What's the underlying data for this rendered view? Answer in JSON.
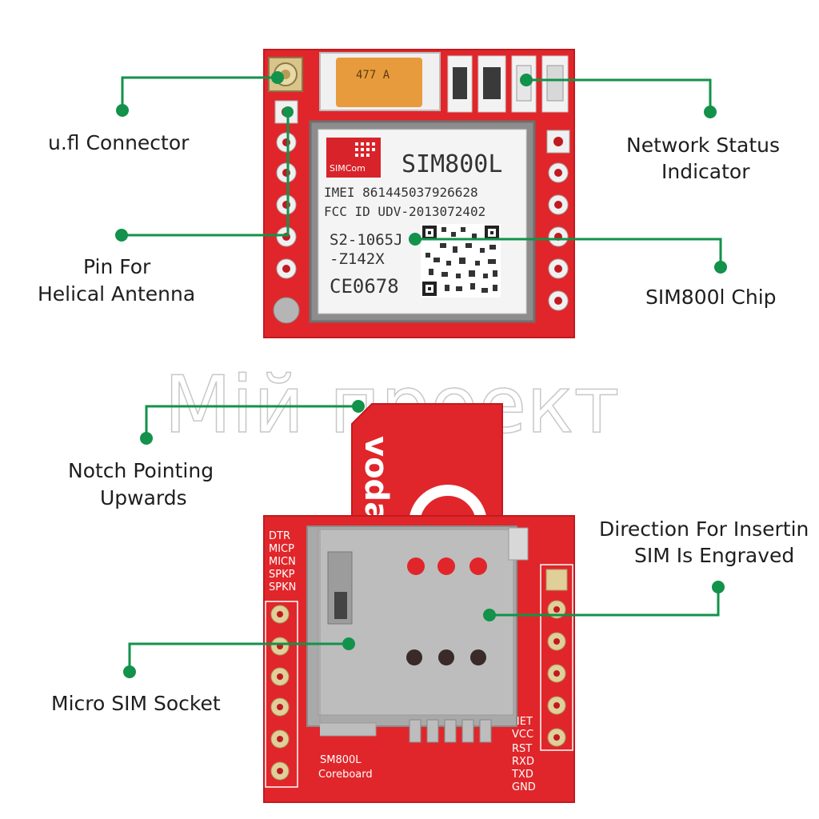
{
  "colors": {
    "leader": "#12924a",
    "pcb": "#e0262a",
    "pcb_dark": "#b8161c",
    "shield": "#b5b5b5",
    "label_text": "#1e1e1e"
  },
  "top_module": {
    "capacitor_text": "477 A",
    "chip": {
      "logo": "SIMCom",
      "model": "SIM800L",
      "imei": "IMEI 861445037926628",
      "fcc": "FCC ID UDV-2013072402",
      "code1": "S2-1065J",
      "code2": "-Z142X",
      "ce": "CE0678"
    }
  },
  "bottom_module": {
    "sim_card_text": "voda",
    "left_pins": [
      "DTR",
      "MICP",
      "MICN",
      "SPKP",
      "SPKN"
    ],
    "right_pins": [
      "NET",
      "VCC",
      "RST",
      "RXD",
      "TXD",
      "GND"
    ],
    "board_name": "SM800L",
    "board_sub": "Coreboard"
  },
  "watermark": "Мій проект",
  "labels": {
    "ufl": "u.fl Connector",
    "network_1": "Network Status",
    "network_2": "Indicator",
    "helical_1": "Pin For",
    "helical_2": "Helical Antenna",
    "chip": "SIM800l Chip",
    "notch_1": "Notch Pointing",
    "notch_2": "Upwards",
    "direction_1": "Direction For Insertin",
    "direction_2": "SIM Is Engraved",
    "socket": "Micro SIM Socket"
  }
}
